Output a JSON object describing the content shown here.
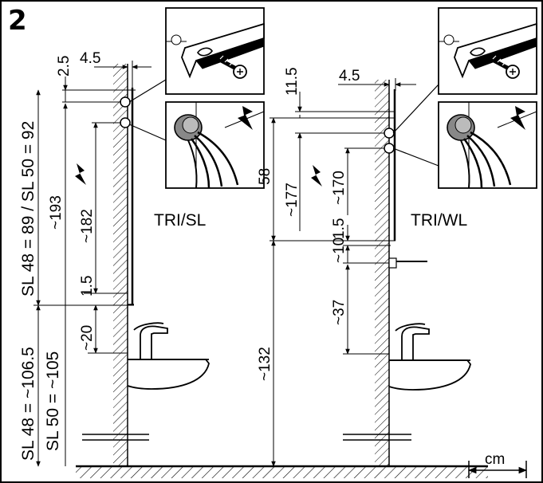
{
  "figure_number": "2",
  "colors": {
    "ink": "#000000",
    "paper": "#ffffff"
  },
  "unit": {
    "label": "cm",
    "icon": "dimension-arrow-icon"
  },
  "left": {
    "title": "TRI/SL",
    "dims": {
      "top_offset": "2.5",
      "wall_distance": "4.5",
      "sl_height": "SL 48 = 89 / SL 50 = 92",
      "h193": "~193",
      "h182": "~182",
      "rail_end": "1.5",
      "tap_gap": "~20",
      "floor_height_48": "SL 48 = ~106.5",
      "floor_height_50": "SL 50 = ~105"
    },
    "icons": [
      "wall-mount-screw-icon",
      "electrical-hazard-icon",
      "shower-head-icon",
      "washbasin-icon"
    ]
  },
  "right": {
    "title": "TRI/WL",
    "dims": {
      "top_offset": "11.5",
      "wall_distance": "4.5",
      "h58": "58",
      "h177": "~177",
      "h170": "~170",
      "rail_end": "1.5",
      "h10": "~10",
      "h37": "~37",
      "h132": "~132"
    },
    "icons": [
      "wall-mount-screw-icon",
      "electrical-hazard-icon",
      "shower-head-icon",
      "washbasin-icon"
    ]
  }
}
